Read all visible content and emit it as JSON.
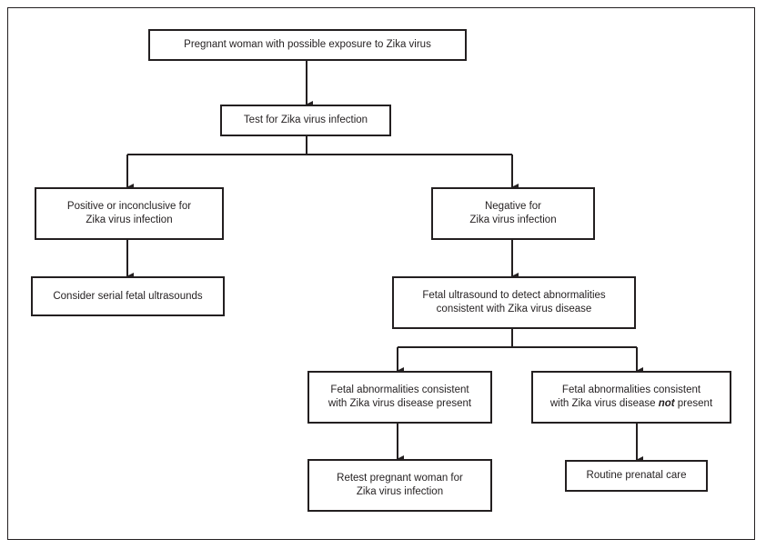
{
  "flowchart": {
    "start": "Pregnant woman with possible exposure to Zika virus",
    "test": "Test for Zika virus infection",
    "positive": {
      "line1": "Positive or inconclusive for",
      "line2": "Zika virus infection"
    },
    "negative": {
      "line1": "Negative for",
      "line2": "Zika virus infection"
    },
    "serial_ultrasounds": "Consider serial fetal ultrasounds",
    "fetal_ultrasound": {
      "line1": "Fetal ultrasound to detect abnormalities",
      "line2": "consistent with Zika virus disease"
    },
    "abnormal_present": {
      "line1": "Fetal abnormalities consistent",
      "line2": "with Zika virus disease present"
    },
    "abnormal_not_present": {
      "line1": "Fetal abnormalities consistent",
      "line2_prefix": "with Zika virus disease ",
      "line2_emphasis": "not",
      "line2_suffix": " present"
    },
    "retest": {
      "line1": "Retest pregnant woman for",
      "line2": "Zika virus infection"
    },
    "routine_care": "Routine prenatal care"
  }
}
